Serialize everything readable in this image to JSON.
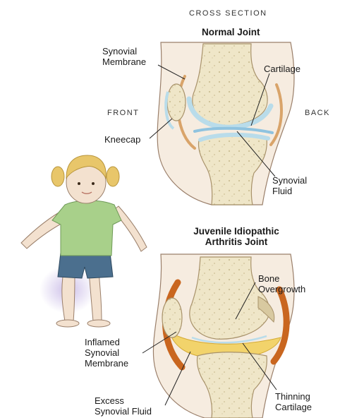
{
  "header": {
    "cross_section": "CROSS SECTION"
  },
  "normal_joint": {
    "title": "Normal Joint",
    "front": "FRONT",
    "back": "BACK",
    "synovial_membrane": [
      "Synovial",
      "Membrane"
    ],
    "cartilage": "Cartilage",
    "kneecap": "Kneecap",
    "synovial_fluid": [
      "Synovial",
      "Fluid"
    ]
  },
  "jia_joint": {
    "title": [
      "Juvenile Idiopathic",
      "Arthritis Joint"
    ],
    "bone_overgrowth": [
      "Bone",
      "Overgrowth"
    ],
    "inflamed_membrane": [
      "Inflamed",
      "Synovial",
      "Membrane"
    ],
    "excess_fluid": [
      "Excess",
      "Synovial Fluid"
    ],
    "thinning_cartilage": [
      "Thinning",
      "Cartilage"
    ]
  },
  "colors": {
    "bone": "#efe6c8",
    "bone_shadow": "#d8c9a0",
    "cartilage": "#b9dcea",
    "fluid": "#8fc3df",
    "inflamed": "#c9661f",
    "excess_fluid": "#f2d36b",
    "skin": "#f3e1cf",
    "shirt": "#a8d08a",
    "shorts": "#4b6f8e",
    "hair": "#e8c66a"
  }
}
